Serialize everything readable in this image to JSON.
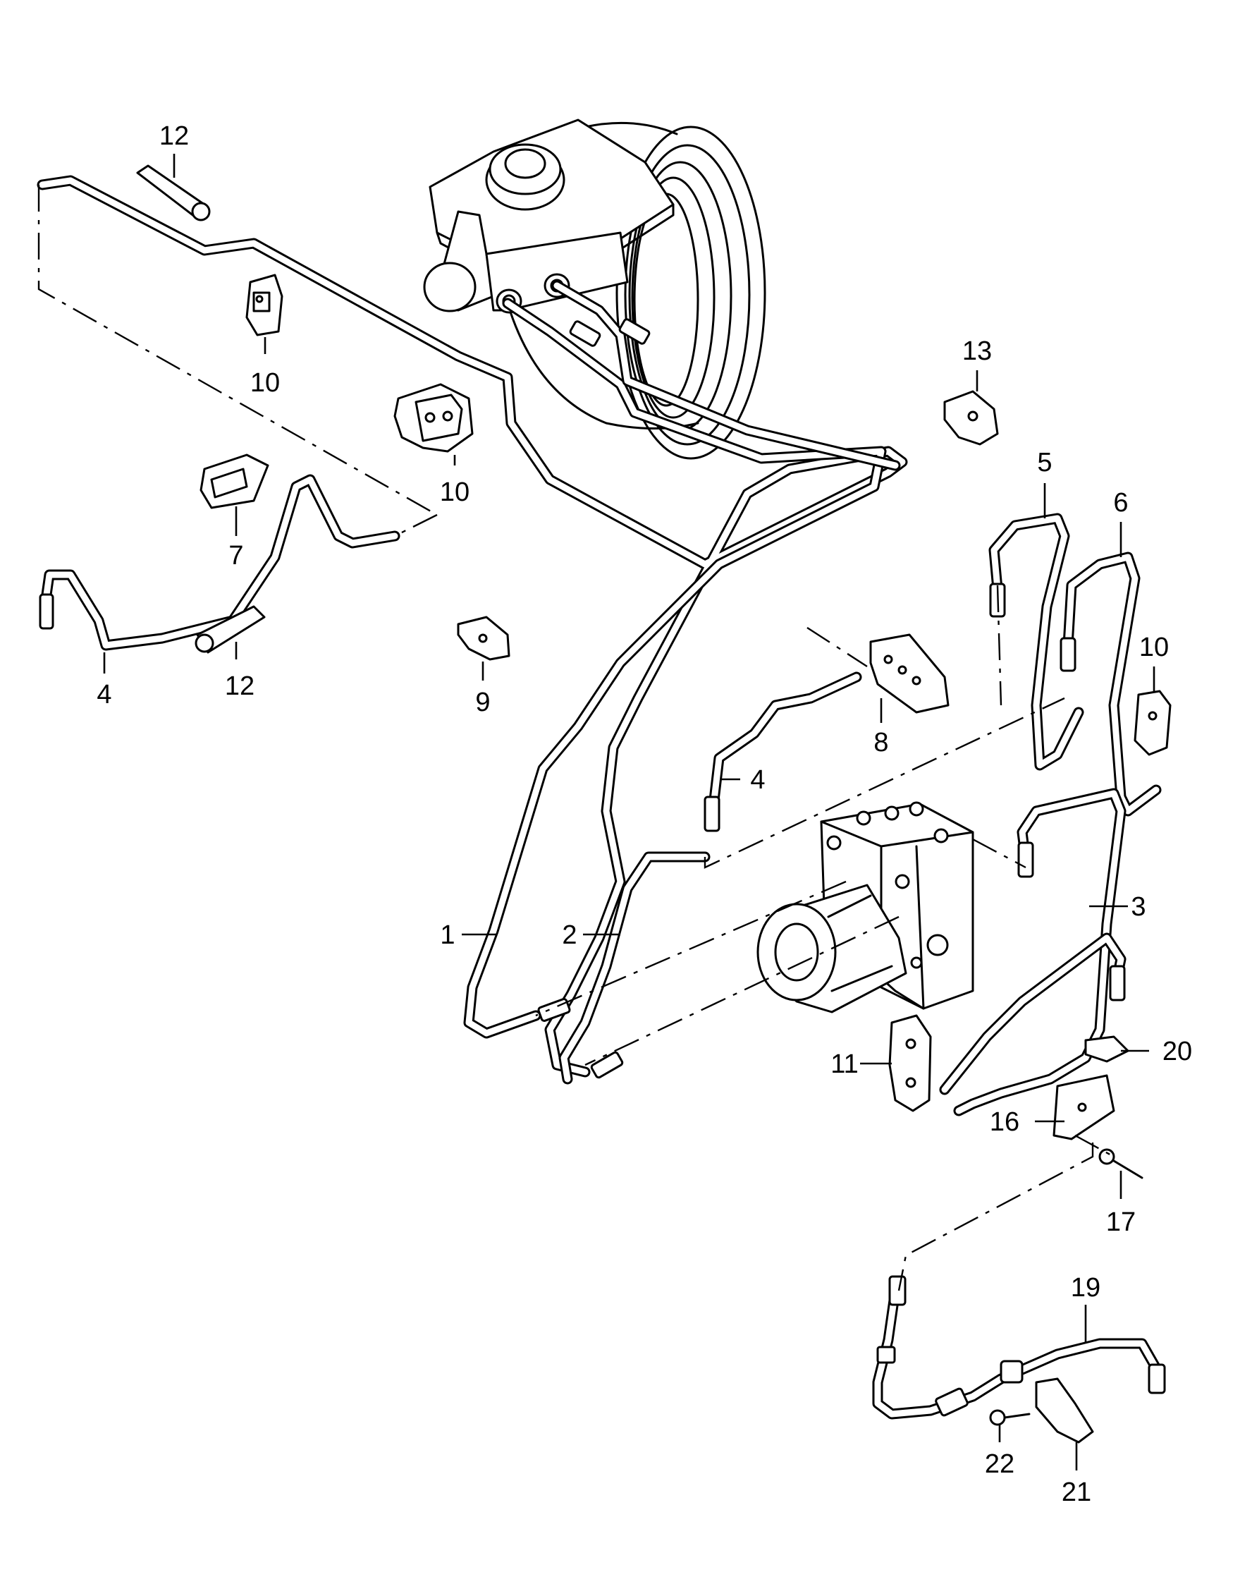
{
  "diagram": {
    "callouts": [
      {
        "id": "c12a",
        "text": "12"
      },
      {
        "id": "c10a",
        "text": "10"
      },
      {
        "id": "c10b",
        "text": "10"
      },
      {
        "id": "c7",
        "text": "7"
      },
      {
        "id": "c4a",
        "text": "4"
      },
      {
        "id": "c12b",
        "text": "12"
      },
      {
        "id": "c9",
        "text": "9"
      },
      {
        "id": "c13",
        "text": "13"
      },
      {
        "id": "c5",
        "text": "5"
      },
      {
        "id": "c6",
        "text": "6"
      },
      {
        "id": "c10c",
        "text": "10"
      },
      {
        "id": "c8",
        "text": "8"
      },
      {
        "id": "c4b",
        "text": "4"
      },
      {
        "id": "c1",
        "text": "1"
      },
      {
        "id": "c2",
        "text": "2"
      },
      {
        "id": "c3",
        "text": "3"
      },
      {
        "id": "c20",
        "text": "20"
      },
      {
        "id": "c11",
        "text": "11"
      },
      {
        "id": "c16",
        "text": "16"
      },
      {
        "id": "c17",
        "text": "17"
      },
      {
        "id": "c19",
        "text": "19"
      },
      {
        "id": "c22",
        "text": "22"
      },
      {
        "id": "c21",
        "text": "21"
      }
    ]
  }
}
